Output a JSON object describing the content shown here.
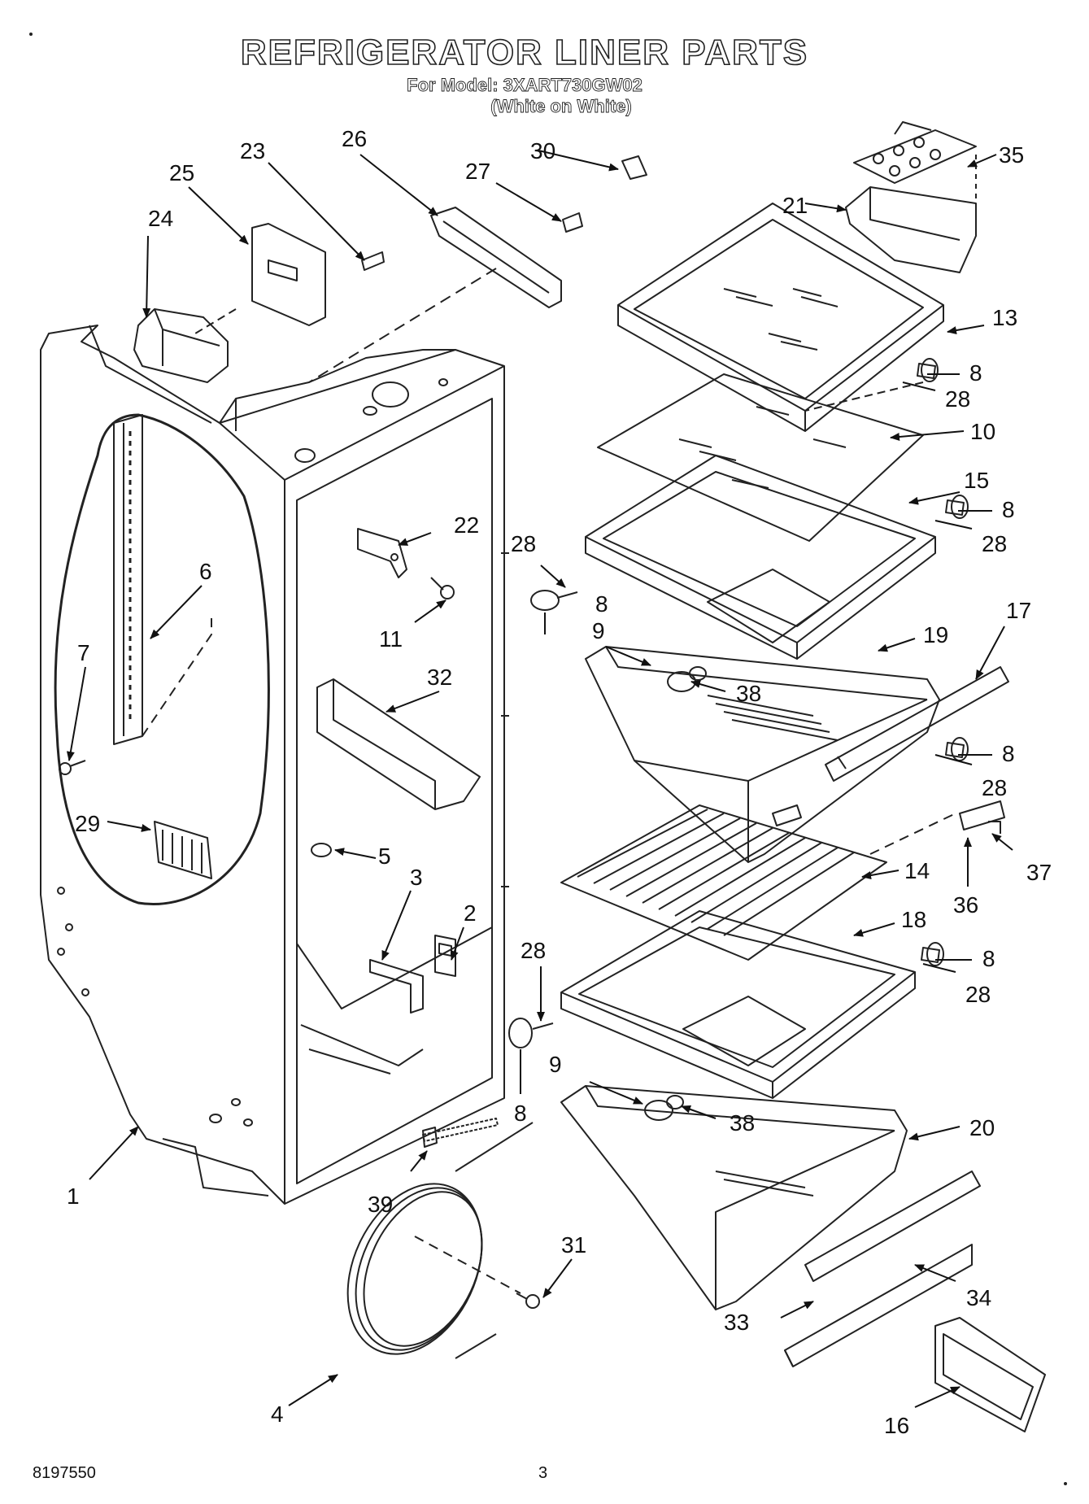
{
  "header": {
    "title": "REFRIGERATOR LINER PARTS",
    "model_line": "For Model: 3XART730GW02",
    "color_line": "(White on White)"
  },
  "footer": {
    "doc_number": "8197550",
    "page_number": "3"
  },
  "callouts": [
    {
      "id": "c1",
      "label": "1"
    },
    {
      "id": "c2",
      "label": "2"
    },
    {
      "id": "c3",
      "label": "3"
    },
    {
      "id": "c4",
      "label": "4"
    },
    {
      "id": "c5",
      "label": "5"
    },
    {
      "id": "c6",
      "label": "6"
    },
    {
      "id": "c7",
      "label": "7"
    },
    {
      "id": "c8a",
      "label": "8"
    },
    {
      "id": "c8b",
      "label": "8"
    },
    {
      "id": "c8c",
      "label": "8"
    },
    {
      "id": "c8d",
      "label": "8"
    },
    {
      "id": "c8e",
      "label": "8"
    },
    {
      "id": "c8f",
      "label": "8"
    },
    {
      "id": "c9a",
      "label": "9"
    },
    {
      "id": "c9b",
      "label": "9"
    },
    {
      "id": "c10",
      "label": "10"
    },
    {
      "id": "c11",
      "label": "11"
    },
    {
      "id": "c13",
      "label": "13"
    },
    {
      "id": "c14",
      "label": "14"
    },
    {
      "id": "c15",
      "label": "15"
    },
    {
      "id": "c16",
      "label": "16"
    },
    {
      "id": "c17",
      "label": "17"
    },
    {
      "id": "c18",
      "label": "18"
    },
    {
      "id": "c19",
      "label": "19"
    },
    {
      "id": "c20",
      "label": "20"
    },
    {
      "id": "c21",
      "label": "21"
    },
    {
      "id": "c22",
      "label": "22"
    },
    {
      "id": "c23",
      "label": "23"
    },
    {
      "id": "c24",
      "label": "24"
    },
    {
      "id": "c25",
      "label": "25"
    },
    {
      "id": "c26",
      "label": "26"
    },
    {
      "id": "c27",
      "label": "27"
    },
    {
      "id": "c28a",
      "label": "28"
    },
    {
      "id": "c28b",
      "label": "28"
    },
    {
      "id": "c28c",
      "label": "28"
    },
    {
      "id": "c28d",
      "label": "28"
    },
    {
      "id": "c28e",
      "label": "28"
    },
    {
      "id": "c28f",
      "label": "28"
    },
    {
      "id": "c29",
      "label": "29"
    },
    {
      "id": "c30",
      "label": "30"
    },
    {
      "id": "c31",
      "label": "31"
    },
    {
      "id": "c32",
      "label": "32"
    },
    {
      "id": "c33",
      "label": "33"
    },
    {
      "id": "c34",
      "label": "34"
    },
    {
      "id": "c35",
      "label": "35"
    },
    {
      "id": "c36",
      "label": "36"
    },
    {
      "id": "c37",
      "label": "37"
    },
    {
      "id": "c38a",
      "label": "38"
    },
    {
      "id": "c38b",
      "label": "38"
    },
    {
      "id": "c39",
      "label": "39"
    }
  ]
}
